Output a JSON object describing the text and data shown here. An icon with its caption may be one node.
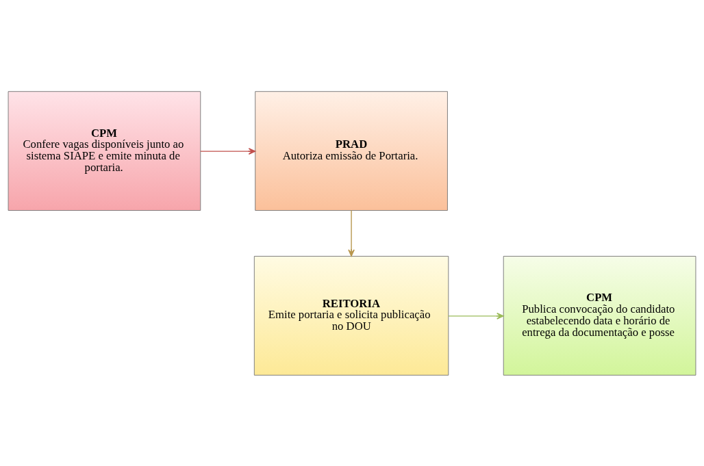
{
  "diagram": {
    "nodes": [
      {
        "text": [
          "CPM",
          "Confere vagas disponíveis junto ao sistema SIAPE e emite minuta de portaria."
        ]
      },
      {
        "text": [
          "PRAD",
          "Autoriza emissão de Portaria."
        ]
      },
      {
        "text": [
          "REITORIA",
          "Emite portaria e solicita publicação no DOU"
        ]
      },
      {
        "text": [
          "CPM",
          "Publica convocação do candidato estabelecendo data e horário de entrega da documentação e posse"
        ]
      }
    ],
    "edges": [
      {
        "from": 0,
        "to": 1,
        "arrow": "to",
        "color": "#c0504d"
      },
      {
        "from": 1,
        "to": 2,
        "arrow": "to",
        "color": "#b8974f"
      },
      {
        "from": 2,
        "to": 3,
        "arrow": "to",
        "color": "#9bbb59"
      }
    ]
  }
}
